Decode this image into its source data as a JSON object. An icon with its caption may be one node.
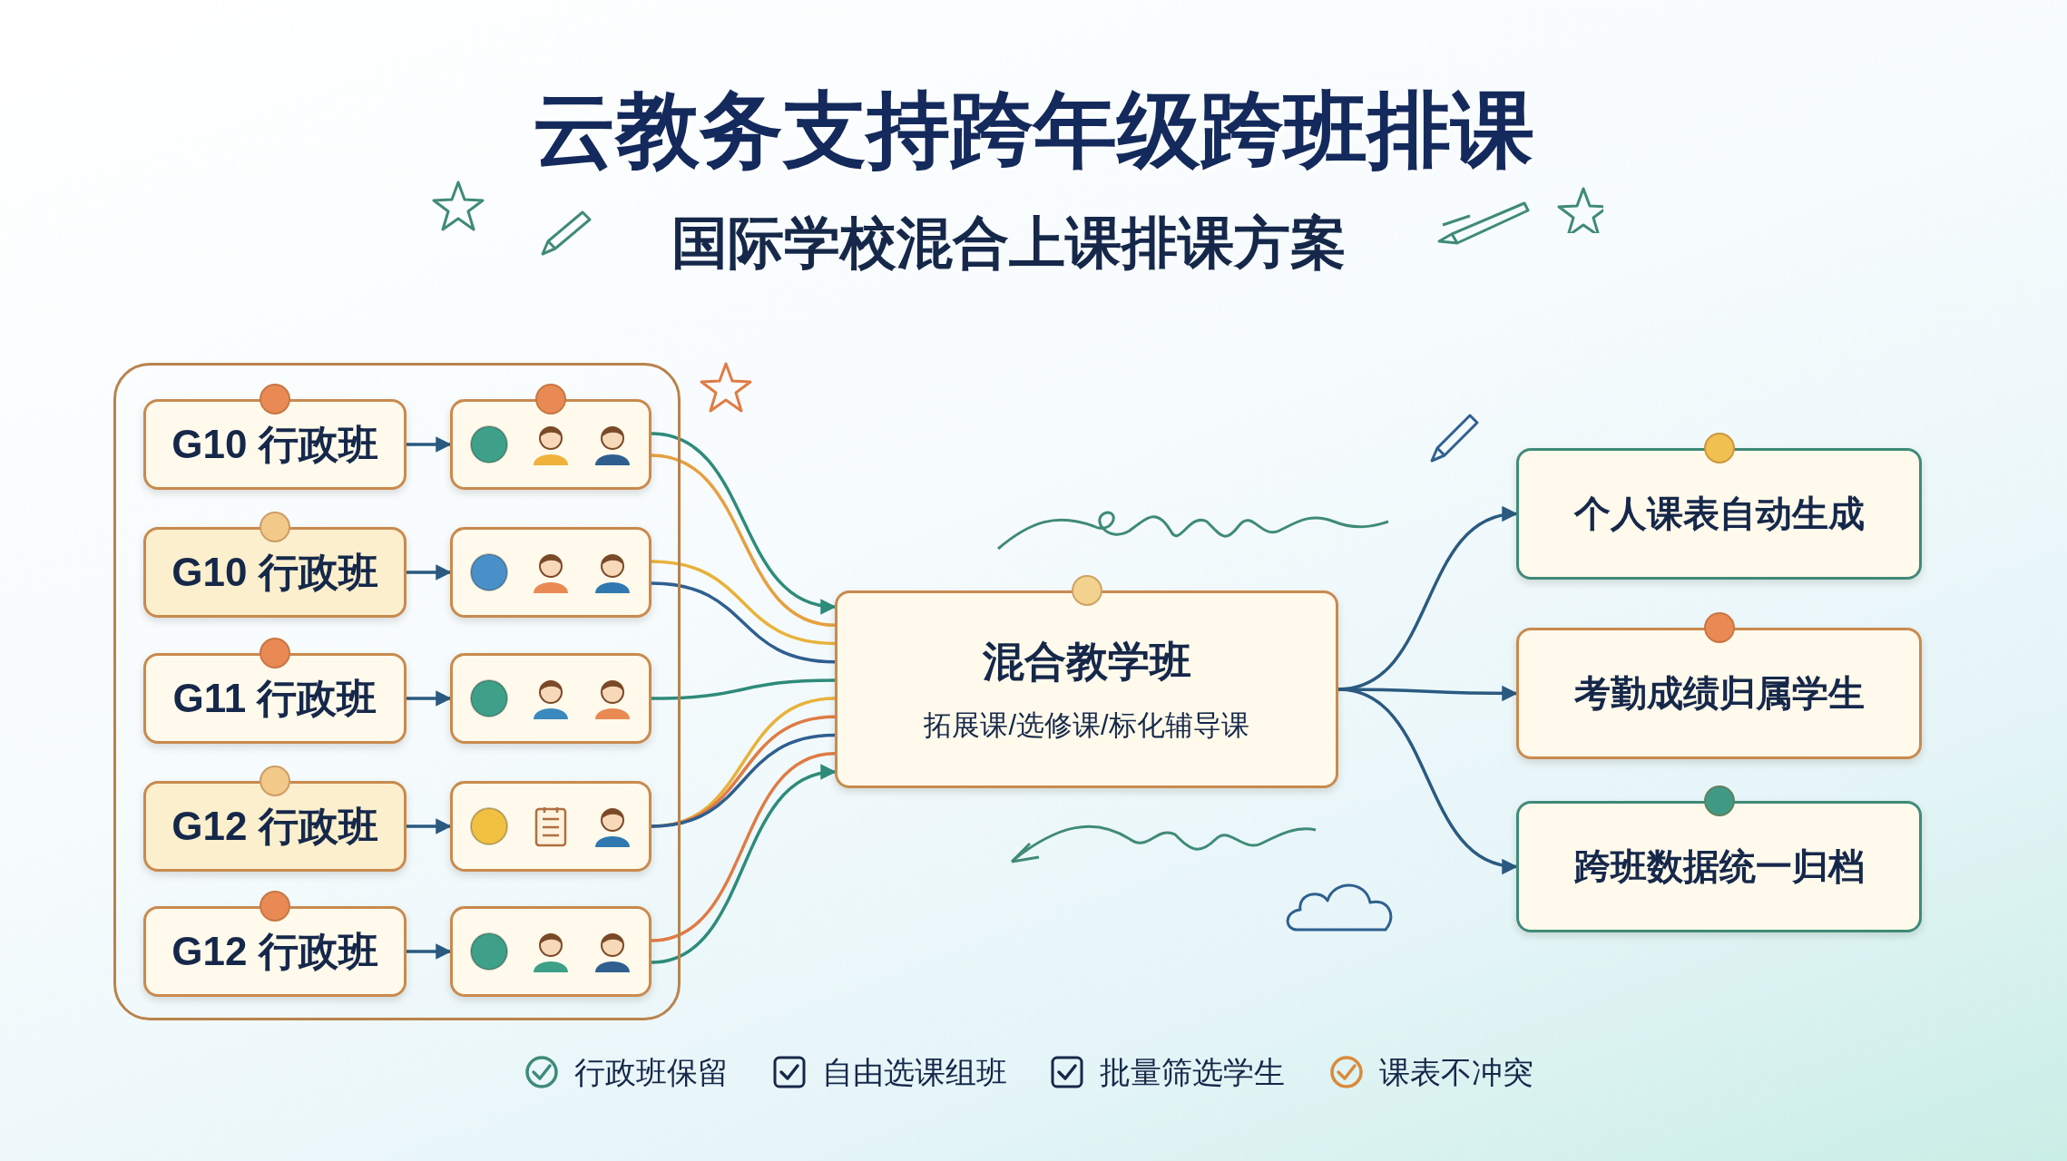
{
  "diagram": {
    "title": "云教务支持跨年级跨班排课",
    "nodes": [
      {
        "text": [],
        "shape": "box"
      },
      {
        "text": [
          "G10 行政班"
        ],
        "in": 0
      },
      {
        "text": [
          "G10 行政班"
        ],
        "in": 0
      },
      {
        "text": [
          "G11 行政班"
        ],
        "in": 0
      },
      {
        "text": [
          "G12 行政班"
        ],
        "in": 0
      },
      {
        "text": [
          "G12 行政班"
        ],
        "in": 0
      },
      {
        "text": [],
        "shape": "picture",
        "in": 0
      },
      {
        "text": [],
        "shape": "picture",
        "in": 0
      },
      {
        "text": [],
        "shape": "picture",
        "in": 0
      },
      {
        "text": [],
        "shape": "picture",
        "in": 0
      },
      {
        "text": [],
        "shape": "picture",
        "in": 0
      },
      {
        "text": [
          "混合教学班",
          "拓展课/选修课/标化辅导课"
        ]
      },
      {
        "text": [
          "个人课表自动生成"
        ]
      },
      {
        "text": [
          "考勤成绩归属学生"
        ]
      },
      {
        "text": [
          "跨班数据统一归档"
        ]
      }
    ],
    "edges": [
      {
        "from": 1,
        "to": 6,
        "arrow": "to"
      },
      {
        "from": 2,
        "to": 7,
        "arrow": "to"
      },
      {
        "from": 3,
        "to": 8,
        "arrow": "to"
      },
      {
        "from": 4,
        "to": 9,
        "arrow": "to"
      },
      {
        "from": 5,
        "to": 10,
        "arrow": "to"
      },
      {
        "from": 6,
        "to": 11,
        "arrow": "to",
        "color": "#2e8b7a"
      },
      {
        "from": 6,
        "to": 11,
        "arrow": "none",
        "color": "#e6a040"
      },
      {
        "from": 7,
        "to": 11,
        "arrow": "none",
        "color": "#e8b23a"
      },
      {
        "from": 7,
        "to": 11,
        "arrow": "none",
        "color": "#2f5f8f"
      },
      {
        "from": 8,
        "to": 11,
        "arrow": "none",
        "color": "#2e8b7a"
      },
      {
        "from": 9,
        "to": 11,
        "arrow": "none",
        "color": "#e8b23a"
      },
      {
        "from": 9,
        "to": 11,
        "arrow": "none",
        "color": "#e07b45"
      },
      {
        "from": 9,
        "to": 11,
        "arrow": "none",
        "color": "#2f5f8f"
      },
      {
        "from": 10,
        "to": 11,
        "arrow": "none",
        "color": "#e07b45"
      },
      {
        "from": 10,
        "to": 11,
        "arrow": "to",
        "color": "#2e8b7a"
      },
      {
        "from": 11,
        "to": 12,
        "arrow": "to"
      },
      {
        "from": 11,
        "to": 13,
        "arrow": "to"
      },
      {
        "from": 11,
        "to": 14,
        "arrow": "to"
      }
    ],
    "labels": [
      "国际学校混合上课排课方案",
      "行政班保留",
      "自由选课组班",
      "批量筛选学生",
      "课表不冲突"
    ]
  }
}
